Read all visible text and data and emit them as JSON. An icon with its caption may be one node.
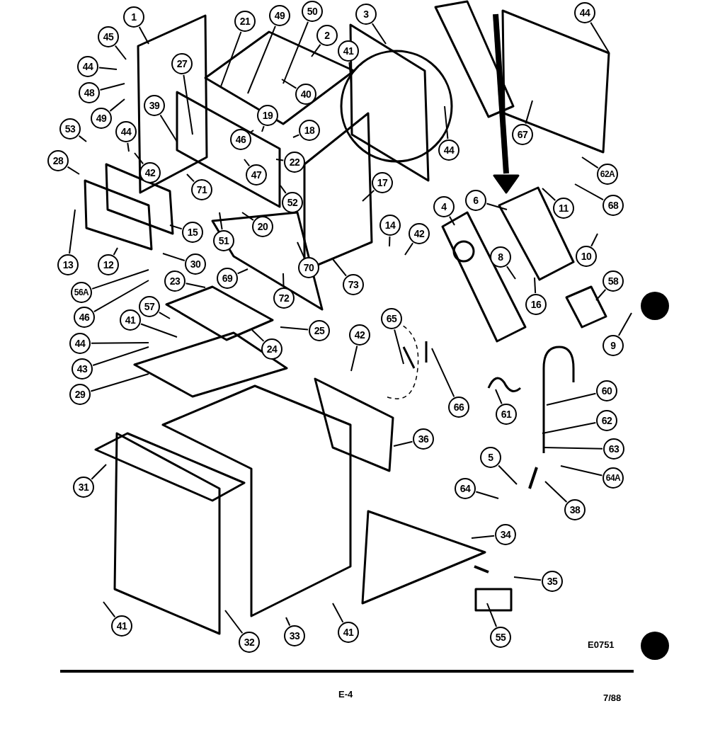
{
  "diagram": {
    "nodes": [
      {
        "text": [
          "1"
        ]
      },
      {
        "text": [
          "45"
        ]
      },
      {
        "text": [
          "44"
        ]
      },
      {
        "text": [
          "48"
        ]
      },
      {
        "text": [
          "49"
        ]
      },
      {
        "text": [
          "53"
        ]
      },
      {
        "text": [
          "28"
        ]
      },
      {
        "text": [
          "27"
        ]
      },
      {
        "text": [
          "39"
        ]
      },
      {
        "text": [
          "44"
        ]
      },
      {
        "text": [
          "42"
        ]
      },
      {
        "text": [
          "71"
        ]
      },
      {
        "text": [
          "21"
        ]
      },
      {
        "text": [
          "49"
        ]
      },
      {
        "text": [
          "50"
        ]
      },
      {
        "text": [
          "2"
        ]
      },
      {
        "text": [
          "41"
        ]
      },
      {
        "text": [
          "40"
        ]
      },
      {
        "text": [
          "19"
        ]
      },
      {
        "text": [
          "18"
        ]
      },
      {
        "text": [
          "46"
        ]
      },
      {
        "text": [
          "47"
        ]
      },
      {
        "text": [
          "22"
        ]
      },
      {
        "text": [
          "52"
        ]
      },
      {
        "text": [
          "3"
        ]
      },
      {
        "text": [
          "17"
        ]
      },
      {
        "text": [
          "44"
        ]
      },
      {
        "text": [
          "44"
        ]
      },
      {
        "text": [
          "67"
        ]
      },
      {
        "text": [
          "62A"
        ]
      },
      {
        "text": [
          "68"
        ]
      },
      {
        "text": [
          "4"
        ]
      },
      {
        "text": [
          "6"
        ]
      },
      {
        "text": [
          "11"
        ]
      },
      {
        "text": [
          "10"
        ]
      },
      {
        "text": [
          "8"
        ]
      },
      {
        "text": [
          "16"
        ]
      },
      {
        "text": [
          "58"
        ]
      },
      {
        "text": [
          "9"
        ]
      },
      {
        "text": [
          "14"
        ]
      },
      {
        "text": [
          "42"
        ]
      },
      {
        "text": [
          "73"
        ]
      },
      {
        "text": [
          "20"
        ]
      },
      {
        "text": [
          "15"
        ]
      },
      {
        "text": [
          "51"
        ]
      },
      {
        "text": [
          "70"
        ]
      },
      {
        "text": [
          "69"
        ]
      },
      {
        "text": [
          "72"
        ]
      },
      {
        "text": [
          "13"
        ]
      },
      {
        "text": [
          "12"
        ]
      },
      {
        "text": [
          "30"
        ]
      },
      {
        "text": [
          "56A"
        ]
      },
      {
        "text": [
          "46"
        ]
      },
      {
        "text": [
          "23"
        ]
      },
      {
        "text": [
          "57"
        ]
      },
      {
        "text": [
          "41"
        ]
      },
      {
        "text": [
          "44"
        ]
      },
      {
        "text": [
          "43"
        ]
      },
      {
        "text": [
          "29"
        ]
      },
      {
        "text": [
          "24"
        ]
      },
      {
        "text": [
          "25"
        ]
      },
      {
        "text": [
          "42"
        ]
      },
      {
        "text": [
          "65"
        ]
      },
      {
        "text": [
          "66"
        ]
      },
      {
        "text": [
          "61"
        ]
      },
      {
        "text": [
          "60"
        ]
      },
      {
        "text": [
          "62"
        ]
      },
      {
        "text": [
          "63"
        ]
      },
      {
        "text": [
          "64A"
        ]
      },
      {
        "text": [
          "38"
        ]
      },
      {
        "text": [
          "5"
        ]
      },
      {
        "text": [
          "64"
        ]
      },
      {
        "text": [
          "36"
        ]
      },
      {
        "text": [
          "34"
        ]
      },
      {
        "text": [
          "35"
        ]
      },
      {
        "text": [
          "55"
        ]
      },
      {
        "text": [
          "31"
        ]
      },
      {
        "text": [
          "41"
        ]
      },
      {
        "text": [
          "32"
        ]
      },
      {
        "text": [
          "33"
        ]
      },
      {
        "text": [
          "41"
        ]
      }
    ],
    "edges": [
      {
        "from": 0,
        "to": null,
        "arrow": "none"
      },
      {
        "from": 1,
        "to": null,
        "arrow": "none"
      },
      {
        "from": 2,
        "to": null,
        "arrow": "none"
      },
      {
        "from": 3,
        "to": null,
        "arrow": "none"
      },
      {
        "from": 4,
        "to": null,
        "arrow": "none"
      },
      {
        "from": 5,
        "to": null,
        "arrow": "none"
      },
      {
        "from": 6,
        "to": null,
        "arrow": "none"
      },
      {
        "from": 7,
        "to": null,
        "arrow": "none"
      },
      {
        "from": 8,
        "to": null,
        "arrow": "none"
      },
      {
        "from": 9,
        "to": null,
        "arrow": "none"
      },
      {
        "from": 10,
        "to": null,
        "arrow": "none"
      },
      {
        "from": 11,
        "to": null,
        "arrow": "none"
      },
      {
        "from": 12,
        "to": null,
        "arrow": "none"
      },
      {
        "from": 13,
        "to": null,
        "arrow": "none"
      },
      {
        "from": 14,
        "to": null,
        "arrow": "none"
      },
      {
        "from": 15,
        "to": null,
        "arrow": "none"
      },
      {
        "from": 16,
        "to": null,
        "arrow": "none"
      },
      {
        "from": 17,
        "to": null,
        "arrow": "none"
      },
      {
        "from": 18,
        "to": null,
        "arrow": "none"
      },
      {
        "from": 19,
        "to": null,
        "arrow": "none"
      },
      {
        "from": 20,
        "to": null,
        "arrow": "none"
      },
      {
        "from": 21,
        "to": null,
        "arrow": "none"
      },
      {
        "from": 22,
        "to": null,
        "arrow": "none"
      },
      {
        "from": 23,
        "to": null,
        "arrow": "none"
      },
      {
        "from": 24,
        "to": null,
        "arrow": "none"
      },
      {
        "from": 25,
        "to": null,
        "arrow": "none"
      },
      {
        "from": 26,
        "to": null,
        "arrow": "none"
      },
      {
        "from": 27,
        "to": null,
        "arrow": "none"
      },
      {
        "from": 28,
        "to": null,
        "arrow": "none"
      },
      {
        "from": 29,
        "to": null,
        "arrow": "none"
      },
      {
        "from": 30,
        "to": null,
        "arrow": "none"
      },
      {
        "from": 31,
        "to": null,
        "arrow": "none"
      },
      {
        "from": 32,
        "to": null,
        "arrow": "none"
      },
      {
        "from": 33,
        "to": null,
        "arrow": "none"
      },
      {
        "from": 34,
        "to": null,
        "arrow": "none"
      },
      {
        "from": 35,
        "to": null,
        "arrow": "none"
      },
      {
        "from": 36,
        "to": null,
        "arrow": "none"
      },
      {
        "from": 37,
        "to": null,
        "arrow": "none"
      },
      {
        "from": 38,
        "to": null,
        "arrow": "none"
      },
      {
        "from": 39,
        "to": null,
        "arrow": "none"
      },
      {
        "from": 40,
        "to": null,
        "arrow": "none"
      },
      {
        "from": 41,
        "to": null,
        "arrow": "none"
      },
      {
        "from": 42,
        "to": null,
        "arrow": "none"
      },
      {
        "from": 43,
        "to": null,
        "arrow": "none"
      },
      {
        "from": 44,
        "to": null,
        "arrow": "none"
      },
      {
        "from": 45,
        "to": null,
        "arrow": "none"
      },
      {
        "from": 46,
        "to": null,
        "arrow": "none"
      },
      {
        "from": 47,
        "to": null,
        "arrow": "none"
      },
      {
        "from": 48,
        "to": null,
        "arrow": "none"
      },
      {
        "from": 49,
        "to": null,
        "arrow": "none"
      },
      {
        "from": 50,
        "to": null,
        "arrow": "none"
      },
      {
        "from": 51,
        "to": null,
        "arrow": "none"
      },
      {
        "from": 52,
        "to": null,
        "arrow": "none"
      },
      {
        "from": 53,
        "to": null,
        "arrow": "none"
      },
      {
        "from": 54,
        "to": null,
        "arrow": "none"
      },
      {
        "from": 55,
        "to": null,
        "arrow": "none"
      },
      {
        "from": 56,
        "to": null,
        "arrow": "none"
      },
      {
        "from": 57,
        "to": null,
        "arrow": "none"
      },
      {
        "from": 58,
        "to": null,
        "arrow": "none"
      },
      {
        "from": 59,
        "to": null,
        "arrow": "none"
      },
      {
        "from": 60,
        "to": null,
        "arrow": "none"
      },
      {
        "from": 61,
        "to": null,
        "arrow": "none"
      },
      {
        "from": 62,
        "to": null,
        "arrow": "none"
      },
      {
        "from": 63,
        "to": null,
        "arrow": "none"
      },
      {
        "from": 64,
        "to": null,
        "arrow": "none"
      },
      {
        "from": 65,
        "to": null,
        "arrow": "none"
      },
      {
        "from": 66,
        "to": null,
        "arrow": "none"
      },
      {
        "from": 67,
        "to": null,
        "arrow": "none"
      },
      {
        "from": 68,
        "to": null,
        "arrow": "none"
      },
      {
        "from": 69,
        "to": null,
        "arrow": "none"
      },
      {
        "from": 70,
        "to": null,
        "arrow": "none"
      },
      {
        "from": 71,
        "to": null,
        "arrow": "none"
      },
      {
        "from": 72,
        "to": null,
        "arrow": "none"
      },
      {
        "from": 73,
        "to": null,
        "arrow": "none"
      },
      {
        "from": 74,
        "to": null,
        "arrow": "none"
      },
      {
        "from": 75,
        "to": null,
        "arrow": "none"
      },
      {
        "from": 76,
        "to": null,
        "arrow": "none"
      },
      {
        "from": 77,
        "to": null,
        "arrow": "none"
      },
      {
        "from": 78,
        "to": null,
        "arrow": "none"
      },
      {
        "from": 79,
        "to": null,
        "arrow": "none"
      },
      {
        "from": 80,
        "to": null,
        "arrow": "none"
      }
    ],
    "labels": [
      "E0751",
      "E-4",
      "7/88"
    ]
  }
}
